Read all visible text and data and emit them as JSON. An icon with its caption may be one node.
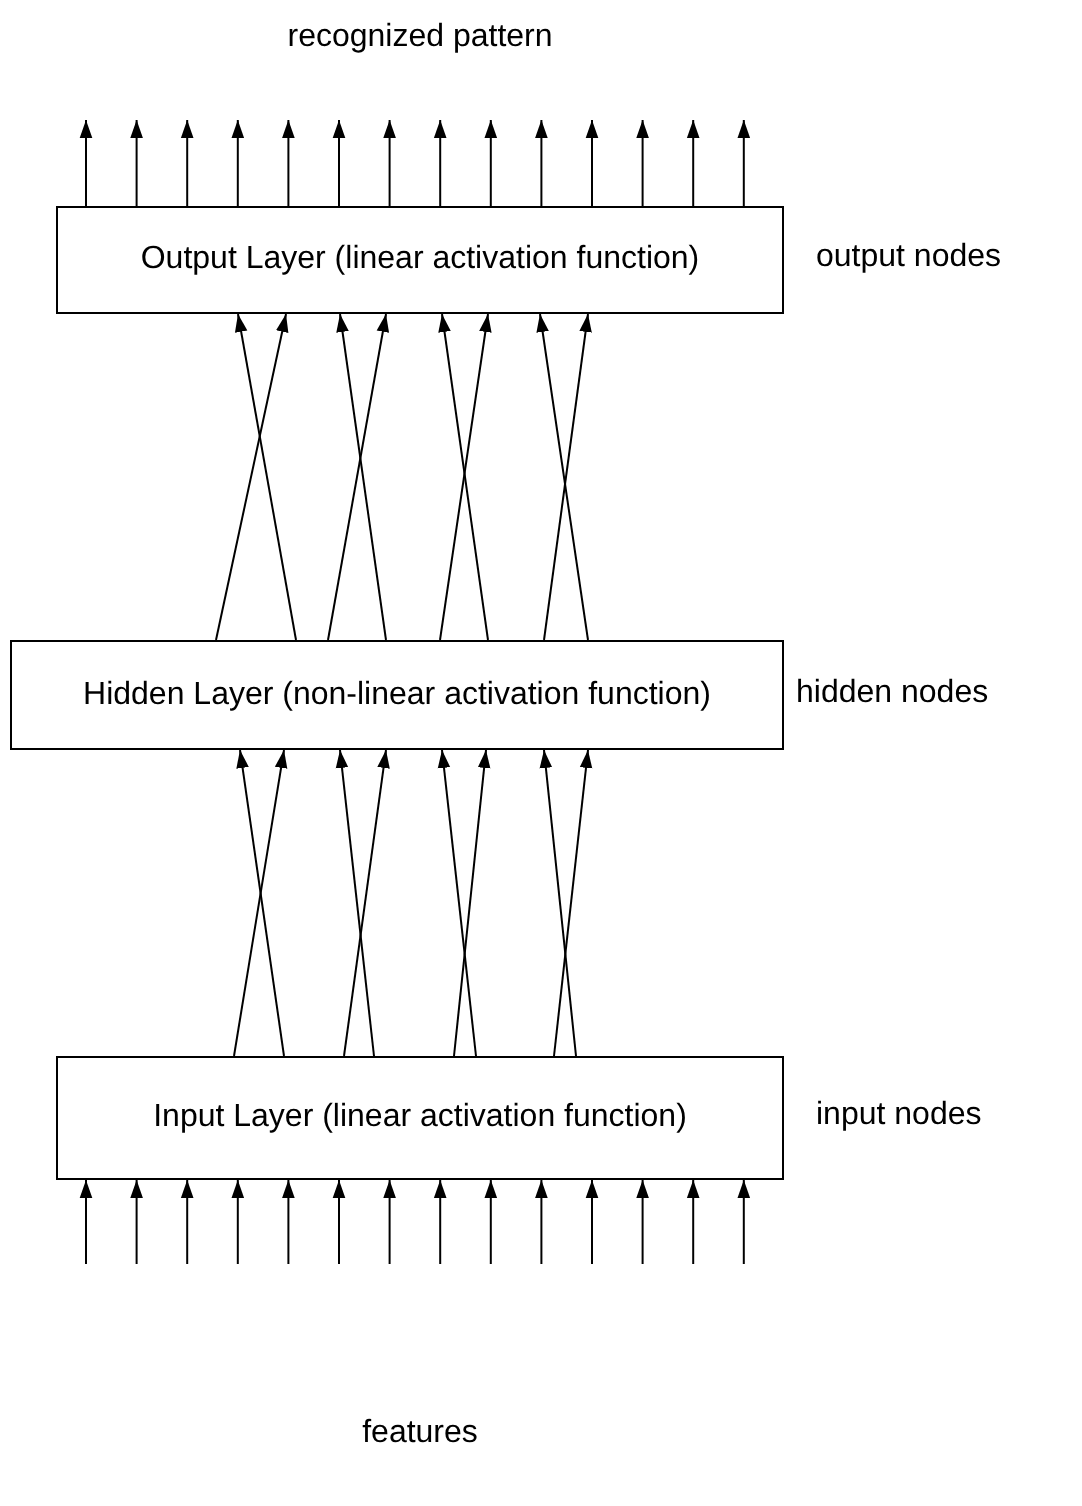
{
  "diagram": {
    "nodes": [
      {
        "text": [
          "Output Layer (linear activation function)"
        ],
        "beside": [
          "output nodes"
        ]
      },
      {
        "text": [
          "Hidden Layer (non-linear activation function)"
        ],
        "beside": [
          "hidden nodes"
        ]
      },
      {
        "text": [
          "Input Layer (linear activation function)"
        ],
        "beside": [
          "input nodes"
        ]
      }
    ],
    "edges": [
      {
        "from": 0,
        "to": null,
        "arrow": "to"
      },
      {
        "from": 0,
        "to": null,
        "arrow": "to"
      },
      {
        "from": 0,
        "to": null,
        "arrow": "to"
      },
      {
        "from": 0,
        "to": null,
        "arrow": "to"
      },
      {
        "from": 0,
        "to": null,
        "arrow": "to"
      },
      {
        "from": 0,
        "to": null,
        "arrow": "to"
      },
      {
        "from": 0,
        "to": null,
        "arrow": "to"
      },
      {
        "from": 0,
        "to": null,
        "arrow": "to"
      },
      {
        "from": 0,
        "to": null,
        "arrow": "to"
      },
      {
        "from": 0,
        "to": null,
        "arrow": "to"
      },
      {
        "from": 0,
        "to": null,
        "arrow": "to"
      },
      {
        "from": 0,
        "to": null,
        "arrow": "to"
      },
      {
        "from": 0,
        "to": null,
        "arrow": "to"
      },
      {
        "from": 0,
        "to": null,
        "arrow": "to"
      },
      {
        "from": 1,
        "to": 0,
        "arrow": "to"
      },
      {
        "from": 1,
        "to": 0,
        "arrow": "to"
      },
      {
        "from": 1,
        "to": 0,
        "arrow": "to"
      },
      {
        "from": 1,
        "to": 0,
        "arrow": "to"
      },
      {
        "from": 1,
        "to": 0,
        "arrow": "to"
      },
      {
        "from": 1,
        "to": 0,
        "arrow": "to"
      },
      {
        "from": 1,
        "to": 0,
        "arrow": "to"
      },
      {
        "from": 1,
        "to": 0,
        "arrow": "to"
      },
      {
        "from": 2,
        "to": 1,
        "arrow": "to"
      },
      {
        "from": 2,
        "to": 1,
        "arrow": "to"
      },
      {
        "from": 2,
        "to": 1,
        "arrow": "to"
      },
      {
        "from": 2,
        "to": 1,
        "arrow": "to"
      },
      {
        "from": 2,
        "to": 1,
        "arrow": "to"
      },
      {
        "from": 2,
        "to": 1,
        "arrow": "to"
      },
      {
        "from": 2,
        "to": 1,
        "arrow": "to"
      },
      {
        "from": 2,
        "to": 1,
        "arrow": "to"
      },
      {
        "from": null,
        "to": 2,
        "arrow": "to"
      },
      {
        "from": null,
        "to": 2,
        "arrow": "to"
      },
      {
        "from": null,
        "to": 2,
        "arrow": "to"
      },
      {
        "from": null,
        "to": 2,
        "arrow": "to"
      },
      {
        "from": null,
        "to": 2,
        "arrow": "to"
      },
      {
        "from": null,
        "to": 2,
        "arrow": "to"
      },
      {
        "from": null,
        "to": 2,
        "arrow": "to"
      },
      {
        "from": null,
        "to": 2,
        "arrow": "to"
      },
      {
        "from": null,
        "to": 2,
        "arrow": "to"
      },
      {
        "from": null,
        "to": 2,
        "arrow": "to"
      },
      {
        "from": null,
        "to": 2,
        "arrow": "to"
      },
      {
        "from": null,
        "to": 2,
        "arrow": "to"
      },
      {
        "from": null,
        "to": 2,
        "arrow": "to"
      },
      {
        "from": null,
        "to": 2,
        "arrow": "to"
      }
    ],
    "labels": [
      "recognized pattern",
      "features"
    ]
  }
}
